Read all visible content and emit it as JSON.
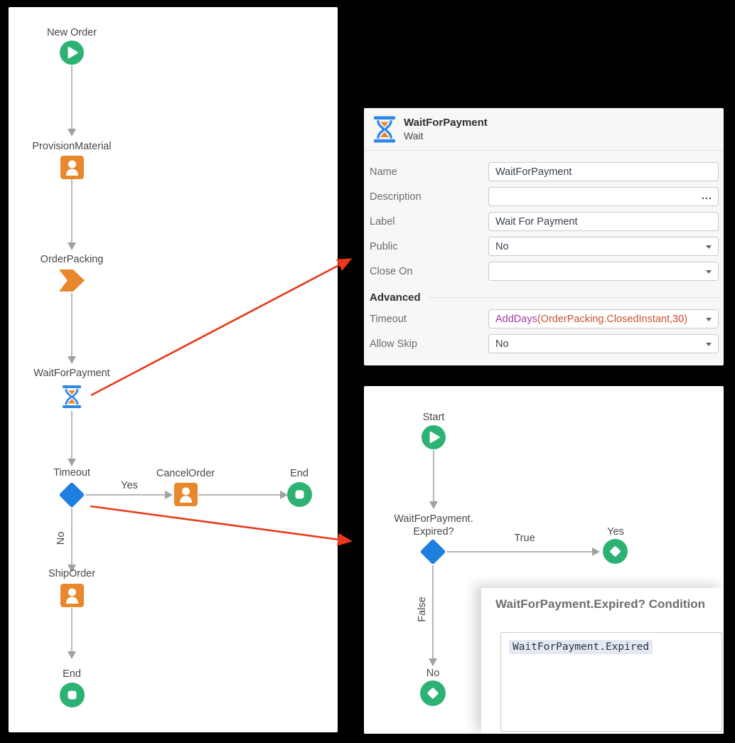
{
  "colors": {
    "node_green": "#2CB273",
    "node_orange": "#E8872B",
    "node_blue": "#1E7FE0",
    "hourglass_blue": "#2C87E8",
    "red_arrow": "#E8391A",
    "expr_func_color": "#A23AA8",
    "expr_ref_color": "#C9552F",
    "expr_num_color": "#D03A2A"
  },
  "main_flow": {
    "nodes": {
      "new_order": {
        "label": "New Order",
        "icon": "play-start-icon"
      },
      "provision_material": {
        "label": "ProvisionMaterial",
        "icon": "user-task-icon"
      },
      "order_packing": {
        "label": "OrderPacking",
        "icon": "chevron-task-icon"
      },
      "wait_for_payment": {
        "label": "WaitForPayment",
        "icon": "hourglass-wait-icon"
      },
      "timeout": {
        "label": "Timeout",
        "icon": "decision-diamond-icon"
      },
      "cancel_order": {
        "label": "CancelOrder",
        "icon": "user-task-icon"
      },
      "end_cancel": {
        "label": "End",
        "icon": "end-stop-icon"
      },
      "ship_order": {
        "label": "ShipOrder",
        "icon": "user-task-icon"
      },
      "end_ship": {
        "label": "End",
        "icon": "end-stop-icon"
      }
    },
    "edges": {
      "yes": {
        "label": "Yes"
      },
      "no": {
        "label": "No"
      }
    }
  },
  "properties_panel": {
    "title": "WaitForPayment",
    "subtitle": "Wait",
    "fields": {
      "name": {
        "label": "Name",
        "value": "WaitForPayment"
      },
      "description": {
        "label": "Description",
        "value": "",
        "ellipsis": "..."
      },
      "label": {
        "label": "Label",
        "value": "Wait For Payment"
      },
      "public": {
        "label": "Public",
        "value": "No"
      },
      "close_on": {
        "label": "Close On",
        "value": ""
      }
    },
    "advanced": {
      "heading": "Advanced",
      "timeout": {
        "label": "Timeout",
        "expr_func": "AddDays",
        "expr_ref": "(OrderPacking.ClosedInstant,",
        "expr_num": "30",
        "expr_close": ")"
      },
      "allow_skip": {
        "label": "Allow Skip",
        "value": "No"
      }
    }
  },
  "decision_flow": {
    "nodes": {
      "start": {
        "label": "Start",
        "icon": "play-start-icon"
      },
      "expired": {
        "label_line1": "WaitForPayment.",
        "label_line2": "Expired?",
        "icon": "decision-diamond-icon"
      },
      "yes": {
        "label": "Yes",
        "icon": "result-diamond-icon"
      },
      "no": {
        "label": "No",
        "icon": "result-diamond-icon"
      }
    },
    "edges": {
      "true": {
        "label": "True"
      },
      "false": {
        "label": "False"
      }
    }
  },
  "condition_panel": {
    "title": "WaitForPayment.Expired? Condition",
    "code": "WaitForPayment.Expired"
  }
}
